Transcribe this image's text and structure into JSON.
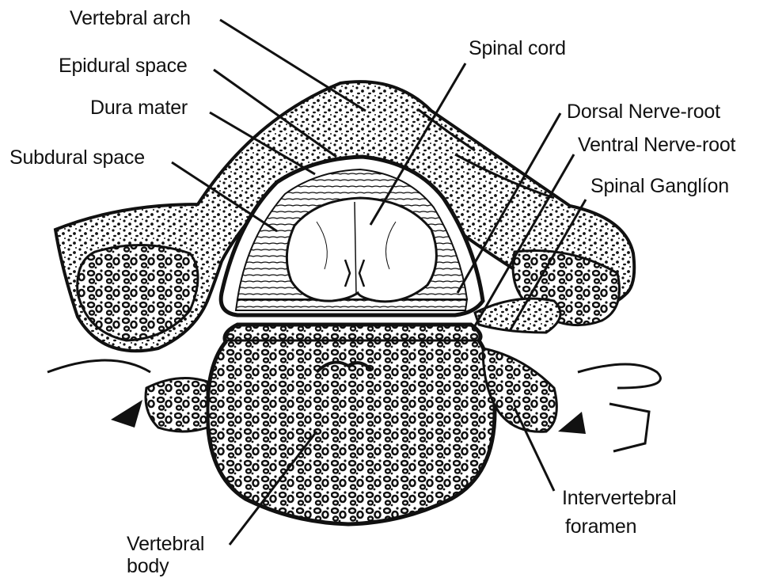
{
  "labels": {
    "vertebral_arch": "Vertebral arch",
    "epidural_space": "Epidural space",
    "dura_mater": "Dura mater",
    "subdural_space": "Subdural space",
    "spinal_cord": "Spinal cord",
    "dorsal_nerve_root": "Dorsal Nerve-root",
    "ventral_nerve_root": "Ventral Nerve-root",
    "spinal_ganglion": "Spinal Ganglíon",
    "intervertebral_foramen_line1": "Intervertebral",
    "intervertebral_foramen_line2": "foramen",
    "vertebral_body_line1": "Vertebral",
    "vertebral_body_line2": "body"
  },
  "colors": {
    "ink": "#111111",
    "paper": "#ffffff"
  }
}
